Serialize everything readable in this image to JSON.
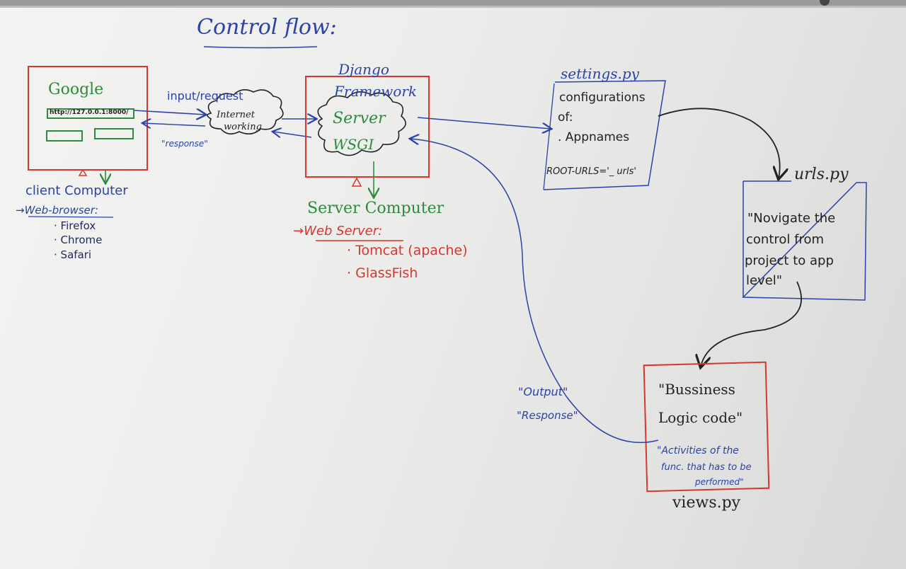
{
  "title": "Control flow:",
  "client": {
    "brand": "Google",
    "url": "http://127.0.0.1:8000/",
    "heading": "client Computer",
    "list_title": "Web-browser:",
    "items": [
      "Firefox",
      "Chrome",
      "Safari"
    ]
  },
  "arrows": {
    "input_request": "input/request",
    "response": "\"response\""
  },
  "internet": {
    "line1": "Internet",
    "line2": "working"
  },
  "django": {
    "label1": "Django",
    "label2": "Framework",
    "server_line1": "Server",
    "server_line2": "WSGI"
  },
  "server_computer": {
    "heading": "Server Computer",
    "list_title": "Web Server:",
    "items": [
      "Tomcat (apache)",
      "GlassFish"
    ]
  },
  "settings": {
    "title": "settings.py",
    "line1": "configurations",
    "line2": "of:",
    "line3": ". Appnames",
    "root_urls": "ROOT-URLS='_ urls'"
  },
  "urls": {
    "title": "urls.py",
    "lines": [
      "\"Novigate the",
      "control from",
      "project to app",
      "level\""
    ]
  },
  "views": {
    "line1": "\"Bussiness",
    "line2": "Logic code\"",
    "activities": [
      "\"Activities of the",
      "func. that has to be",
      "performed\""
    ],
    "filename": "views.py"
  },
  "output_labels": [
    "\"Output\"",
    "\"Response\""
  ],
  "colors": {
    "blue_marker": "#2b43a8",
    "green_marker": "#2e8b3d",
    "red_marker": "#d6372f",
    "black_marker": "#222222"
  }
}
